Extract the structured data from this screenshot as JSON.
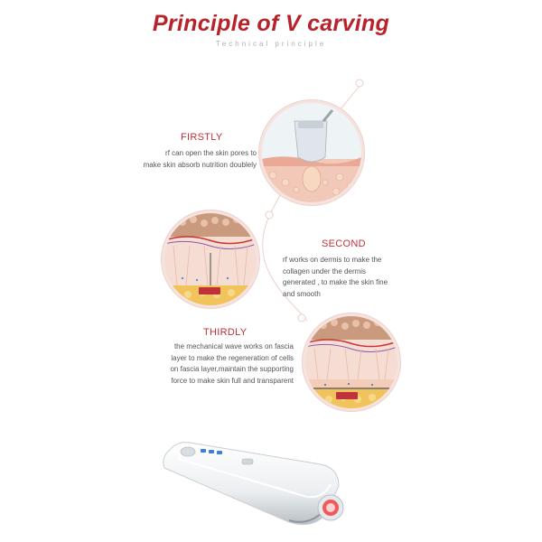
{
  "header": {
    "title": "Principle of V carving",
    "subtitle": "Technical principle"
  },
  "steps": [
    {
      "title": "FIRSTLY",
      "lines": [
        "rf can open the skin pores to",
        "make skin absorb nutrition doublely"
      ]
    },
    {
      "title": "SECOND",
      "lines": [
        "rf works on dermis to make the",
        "collagen under the dermis",
        "generated , to make the skin fine",
        "and smooth"
      ]
    },
    {
      "title": "THIRDLY",
      "lines": [
        "the mechanical wave works on fascia",
        "layer to make the regeneration of cells",
        "on fascia layer,maintain the supporting",
        "force to make skin full and transparent"
      ]
    }
  ],
  "colors": {
    "accent": "#b7222b",
    "skin": "#f2c9b8",
    "fat": "#f0c45a"
  }
}
